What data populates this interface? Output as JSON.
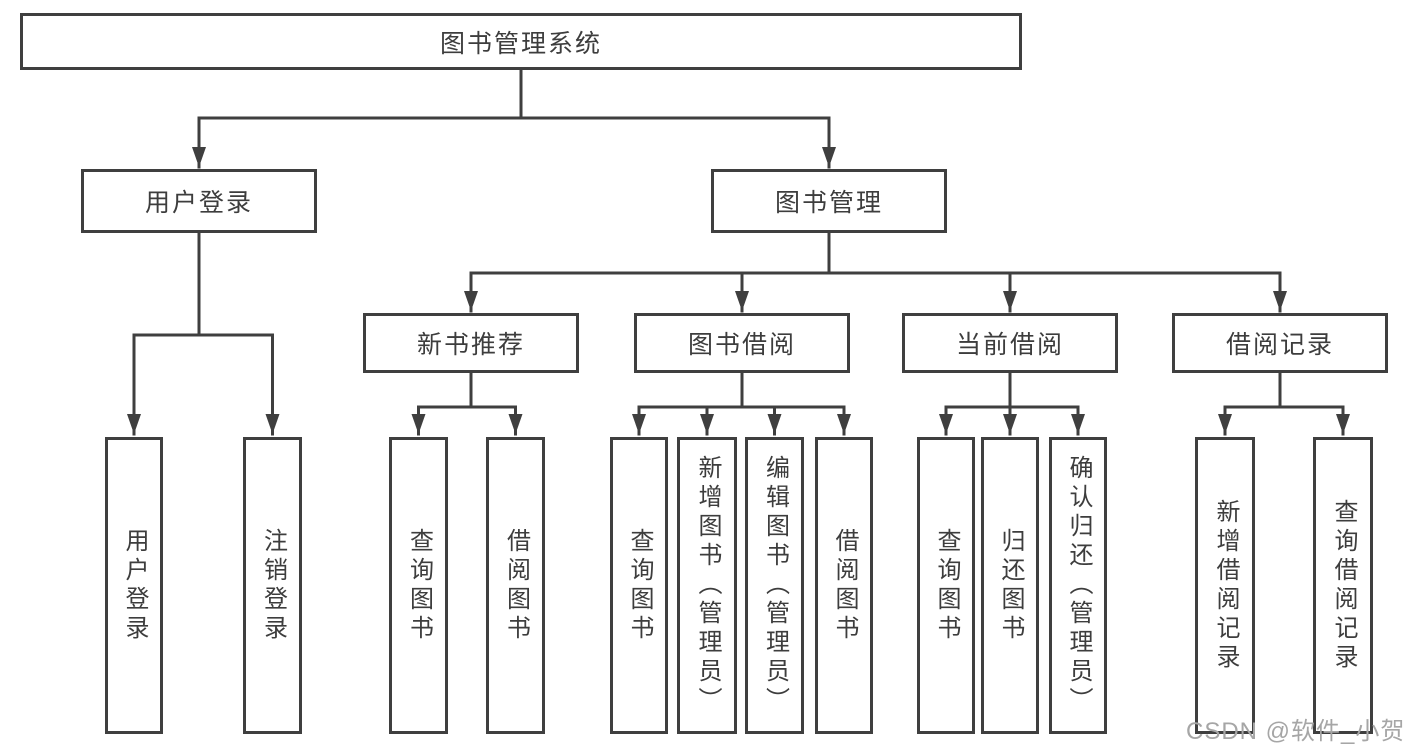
{
  "tree": {
    "root": {
      "label": "图书管理系统",
      "children": [
        {
          "label": "用户登录",
          "children": [
            {
              "label": "用户登录"
            },
            {
              "label": "注销登录"
            }
          ]
        },
        {
          "label": "图书管理",
          "children": [
            {
              "label": "新书推荐",
              "children": [
                {
                  "label": "查询图书"
                },
                {
                  "label": "借阅图书"
                }
              ]
            },
            {
              "label": "图书借阅",
              "children": [
                {
                  "label": "查询图书"
                },
                {
                  "label": "新增图书（管理员）"
                },
                {
                  "label": "编辑图书（管理员）"
                },
                {
                  "label": "借阅图书"
                }
              ]
            },
            {
              "label": "当前借阅",
              "children": [
                {
                  "label": "查询图书"
                },
                {
                  "label": "归还图书"
                },
                {
                  "label": "确认归还（管理员）"
                }
              ]
            },
            {
              "label": "借阅记录",
              "children": [
                {
                  "label": "新增借阅记录"
                },
                {
                  "label": "查询借阅记录"
                }
              ]
            }
          ]
        }
      ]
    }
  },
  "watermark": {
    "text": "CSDN @软件_小贺同学"
  },
  "colors": {
    "line": "#3f3f3f",
    "text": "#3d3d3d",
    "background": "#ffffff",
    "watermark": "#a6a6a6"
  }
}
